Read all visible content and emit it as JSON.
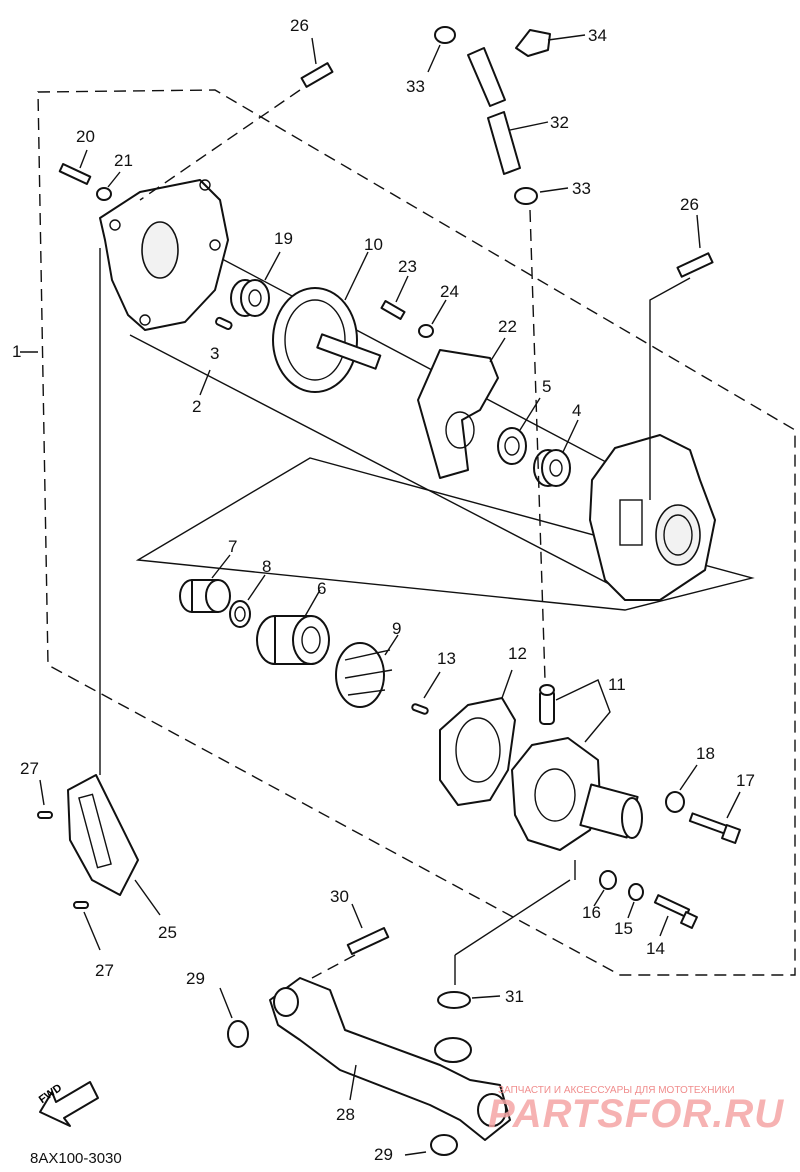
{
  "diagram": {
    "code": "8AX100-3030",
    "fwd": "FWD",
    "watermark_text": "ЗАПЧАСТИ И АКСЕССУАРЫ ДЛЯ МОТОТЕХНИКИ",
    "watermark_logo": "PARTSFOR.RU",
    "labels": [
      "1",
      "2",
      "3",
      "4",
      "5",
      "6",
      "7",
      "8",
      "9",
      "10",
      "11",
      "12",
      "13",
      "14",
      "15",
      "16",
      "17",
      "18",
      "19",
      "20",
      "21",
      "22",
      "23",
      "24",
      "25",
      "26",
      "26",
      "27",
      "27",
      "28",
      "29",
      "29",
      "30",
      "31",
      "32",
      "33",
      "33",
      "34"
    ]
  }
}
